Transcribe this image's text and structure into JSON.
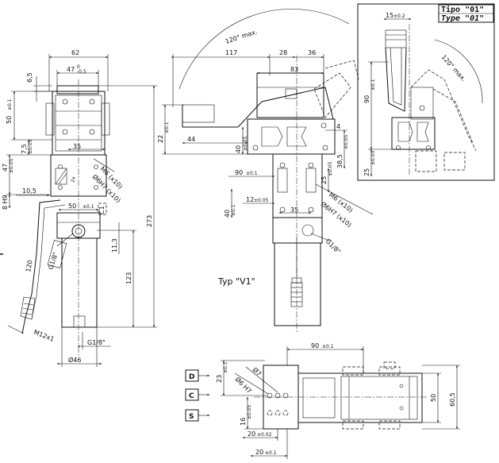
{
  "left_view": {
    "dim_62": "62",
    "dim_47": "47",
    "dim_47_tol_top": "0",
    "dim_47_tol_bot": "-0.5",
    "dim_6_5": "6,5",
    "dim_50": "50",
    "dim_50_tol": "±0.1",
    "dim_7_5": "7,5",
    "dim_7_5_tol": "±0.05",
    "dim_47v": "47",
    "dim_47v_tol": "±0.05",
    "dim_8h9": "8 H9",
    "dim_10_5": "10,5",
    "dim_35": "35",
    "dim_50b": "50",
    "dim_50b_tol": "±0.1",
    "dim_273": "273",
    "dim_11_3": "11,3",
    "dim_123": "123",
    "dim_120": "120",
    "dim_m12": "M12x1",
    "dim_g18a": "G1/8\"",
    "dim_g18b": "G1/8\"",
    "dim_46": "Ø46",
    "dim_m6": "M6 (x10)",
    "dim_o6h7": "Ø6H7 (x10)",
    "dim_2x": "2x",
    "dim_c1": "C1"
  },
  "center_view": {
    "dim_117": "117",
    "dim_28": "28",
    "dim_36": "36",
    "dim_83": "83",
    "dim_22": "22",
    "dim_22_tol": "±0.1",
    "dim_44": "44",
    "dim_40": "40",
    "dim_40_tol": "±0.05",
    "dim_4": "4",
    "dim_38_5": "38,5",
    "dim_38_5_tol": "±0.05",
    "dim_25": "25",
    "dim_25_tol": "±0.05",
    "dim_90": "90",
    "dim_90_tol": "±0.1",
    "dim_12": "12",
    "dim_12_tol": "±0.05",
    "dim_40b": "40",
    "dim_40b_tol": "±0.1",
    "dim_35": "35",
    "dim_m6": "M6 (x10)",
    "dim_o6h7": "Ø6H7 (x10)",
    "dim_g18": "G1/8\"",
    "dim_angle": "120° max.",
    "type_label": "Typ \"V1\""
  },
  "inset": {
    "title_it": "Tipo \"01\"",
    "title_en": "Type \"01\"",
    "dim_15": "15",
    "dim_15_tol": "±0.2",
    "dim_90": "90",
    "dim_90_tol": "±0.1",
    "dim_25": "25",
    "dim_25_tol": "±0.05",
    "dim_angle": "120° max."
  },
  "bottom_view": {
    "dim_90": "90",
    "dim_90_tol": "±0.1",
    "dim_23": "23",
    "dim_23_tol": "±0.1",
    "dim_o6h7": "Ø6 H7",
    "dim_o7": "Ø7",
    "dim_16": "16",
    "dim_16_tol": "±0.05",
    "dim_20a": "20",
    "dim_20a_tol": "±0.02",
    "dim_20b": "20",
    "dim_20b_tol": "±0.1",
    "dim_50": "50",
    "dim_60_5": "60,5",
    "datum_d": "D",
    "datum_c": "C",
    "datum_s": "S"
  }
}
